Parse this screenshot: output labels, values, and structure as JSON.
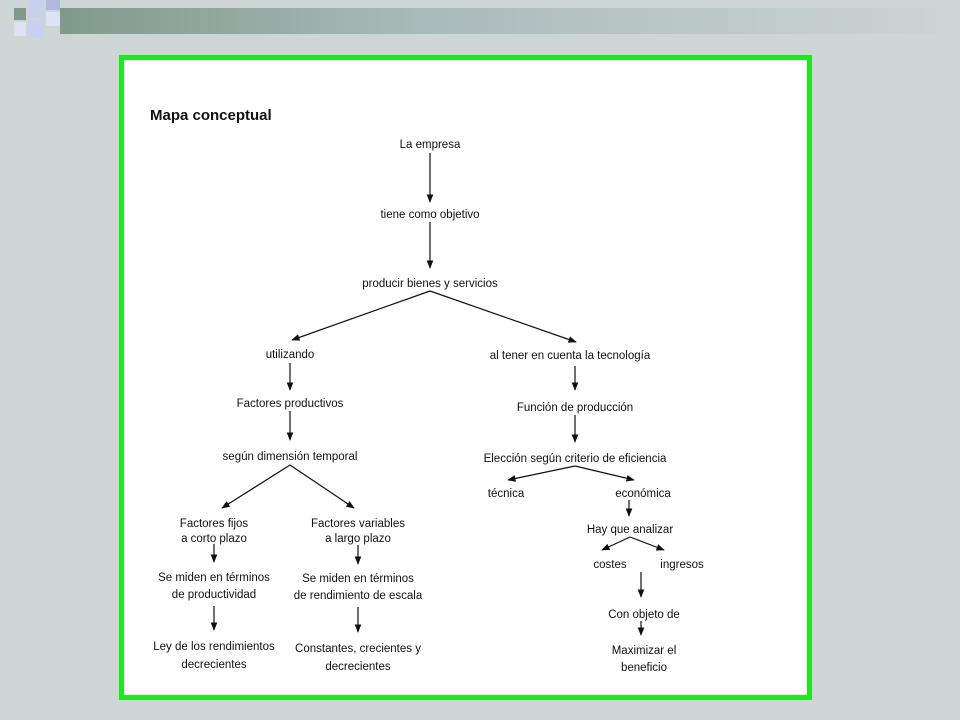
{
  "slide": {
    "accent_colors": {
      "frame": "#1fe61f",
      "background": "#cdd5d5",
      "bar_start": "#7f9a8a",
      "square_blue": "#c8d0f0"
    }
  },
  "diagram": {
    "title": "Mapa conceptual",
    "nodes": {
      "empresa": "La empresa",
      "objetivo": "tiene como objetivo",
      "producir": "producir bienes y servicios",
      "utilizando": "utilizando",
      "tecnologia": "al tener en cuenta la tecnología",
      "factores": "Factores productivos",
      "dimension": "según dimensión temporal",
      "fijos_1": "Factores fijos",
      "fijos_2": "a corto plazo",
      "variables_1": "Factores variables",
      "variables_2": "a largo plazo",
      "productividad_1": "Se miden en términos",
      "productividad_2": "de productividad",
      "escala_1": "Se miden en términos",
      "escala_2": "de rendimiento de escala",
      "ley_1": "Ley de los rendimientos",
      "ley_2": "decrecientes",
      "constantes_1": "Constantes, crecientes y",
      "constantes_2": "decrecientes",
      "funcion": "Función de producción",
      "eleccion": "Elección según criterio de eficiencia",
      "tecnica": "técnica",
      "economica": "económica",
      "analizar": "Hay que analizar",
      "costes": "costes",
      "ingresos": "ingresos",
      "objeto": "Con objeto de",
      "maximizar_1": "Maximizar el",
      "maximizar_2": "beneficio"
    }
  }
}
